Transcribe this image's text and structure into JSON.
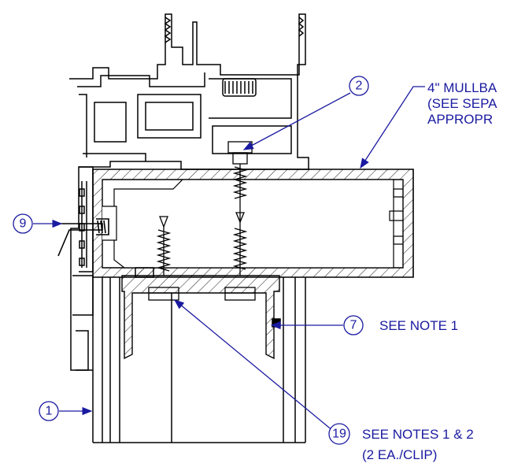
{
  "callouts": [
    {
      "id": "2",
      "number": "2"
    },
    {
      "id": "9",
      "number": "9"
    },
    {
      "id": "7",
      "number": "7",
      "note": "SEE NOTE 1"
    },
    {
      "id": "19",
      "number": "19",
      "note": "SEE NOTES 1 & 2",
      "note2": "(2 EA./CLIP)"
    },
    {
      "id": "1",
      "number": "1"
    }
  ],
  "mullbar_label": {
    "line1": "4\" MULLBA",
    "line2": "(SEE SEPA",
    "line3": "APPROPR"
  },
  "colors": {
    "line": "#000000",
    "leader": "#1a1aa0",
    "label": "#1a1aa0"
  }
}
